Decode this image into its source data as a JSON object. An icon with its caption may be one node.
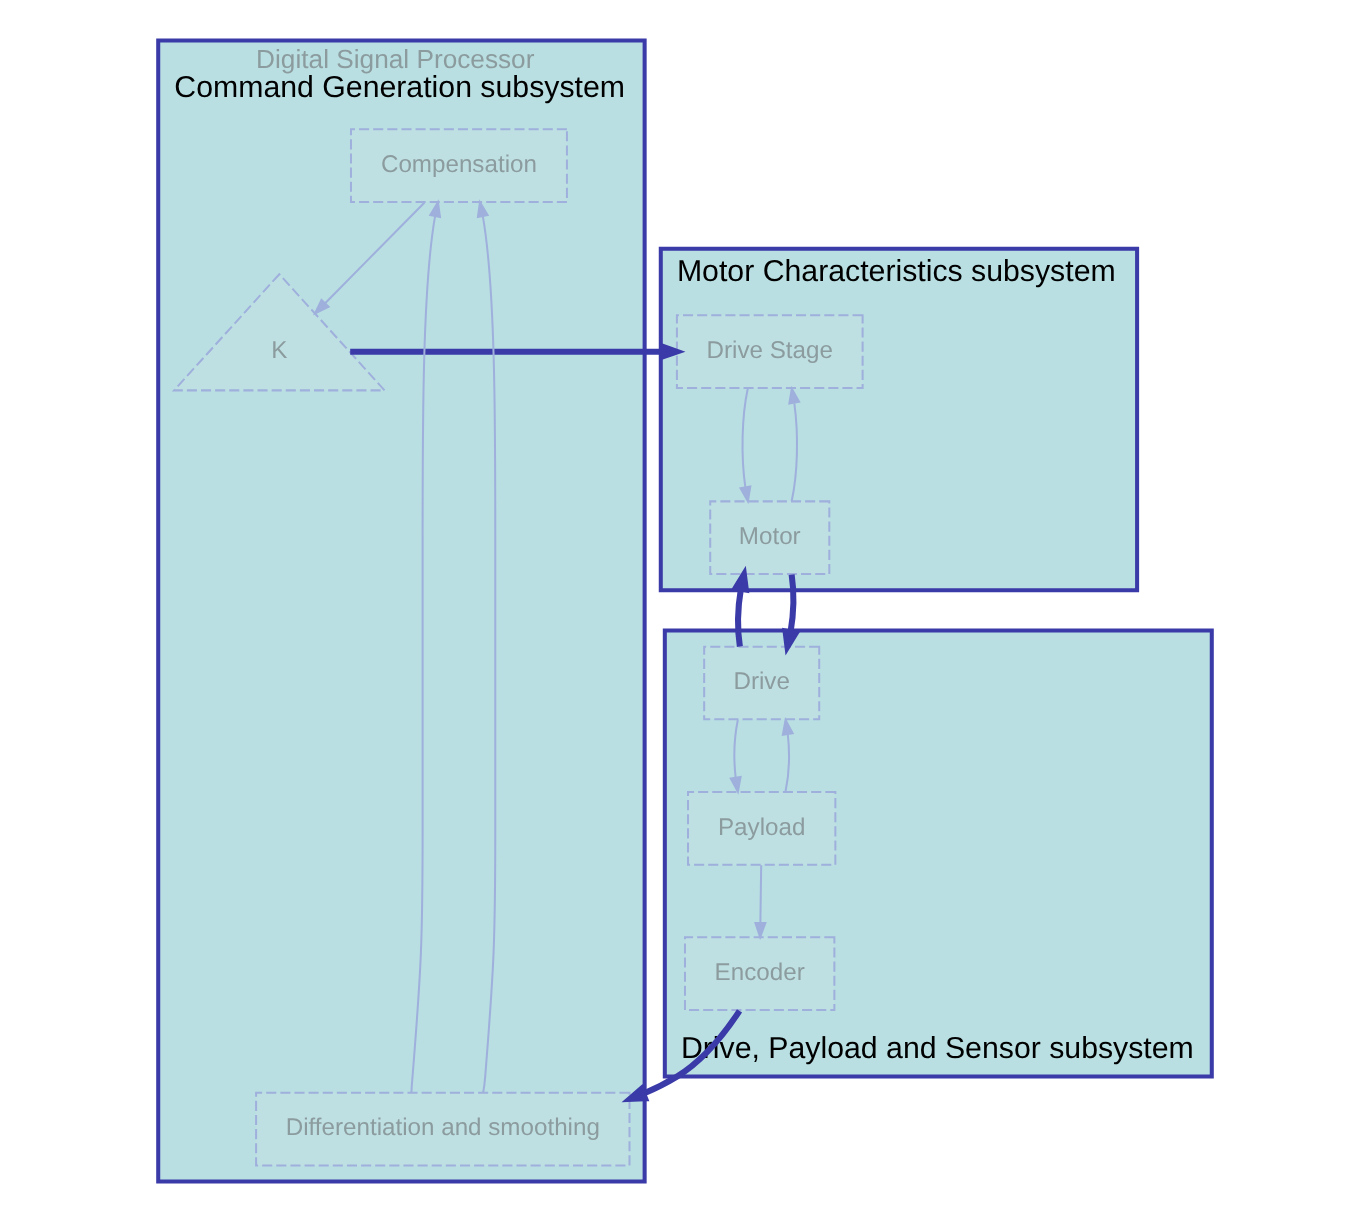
{
  "diagram": {
    "nodes": [
      {
        "text": [
          "Digital Signal Processor",
          "Command Generation subsystem"
        ]
      },
      {
        "text": [
          "Compensation"
        ],
        "in": 0
      },
      {
        "text": [
          "K"
        ],
        "in": 0
      },
      {
        "text": [
          "Differentiation and smoothing"
        ],
        "in": 0
      },
      {
        "text": [
          "Motor Characteristics subsystem"
        ]
      },
      {
        "text": [
          "Drive Stage"
        ],
        "in": 4
      },
      {
        "text": [
          "Motor"
        ],
        "in": 4
      },
      {
        "text": [
          "Drive, Payload and Sensor subsystem"
        ]
      },
      {
        "text": [
          "Drive"
        ],
        "in": 7
      },
      {
        "text": [
          "Payload"
        ],
        "in": 7
      },
      {
        "text": [
          "Encoder"
        ],
        "in": 7
      }
    ],
    "edges": [
      {
        "from": 3,
        "to": 1,
        "arrow": "to"
      },
      {
        "from": 3,
        "to": 1,
        "arrow": "to"
      },
      {
        "from": 1,
        "to": 2,
        "arrow": "to"
      },
      {
        "from": 2,
        "to": 5,
        "arrow": "to",
        "style": "thick",
        "color": "#3a3aa8"
      },
      {
        "from": 6,
        "to": 5,
        "arrow": "to"
      },
      {
        "from": 5,
        "to": 6,
        "arrow": "to"
      },
      {
        "from": 8,
        "to": 6,
        "arrow": "to",
        "style": "thick",
        "color": "#3a3aa8"
      },
      {
        "from": 6,
        "to": 8,
        "arrow": "to",
        "style": "thick",
        "color": "#3a3aa8"
      },
      {
        "from": 9,
        "to": 8,
        "arrow": "to"
      },
      {
        "from": 8,
        "to": 9,
        "arrow": "to"
      },
      {
        "from": 9,
        "to": 10,
        "arrow": "to"
      },
      {
        "from": 10,
        "to": 3,
        "arrow": "to",
        "style": "thick",
        "color": "#3a3aa8"
      }
    ]
  }
}
